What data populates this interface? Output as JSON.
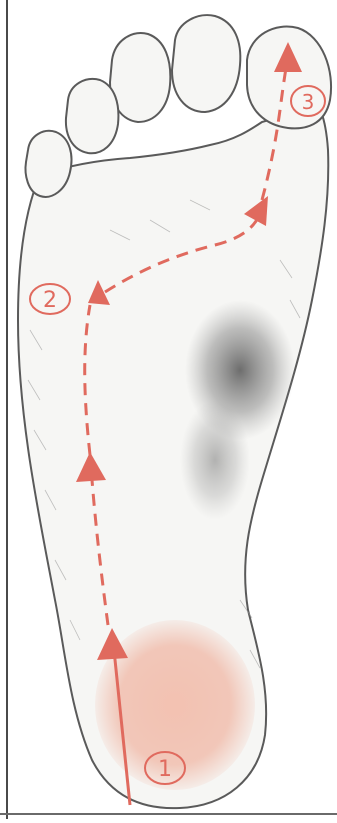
{
  "diagram": {
    "colors": {
      "path": "#e06a5e",
      "heel_fill": "#f0b7a5",
      "foot_outline": "#5a5a5a",
      "shading": "#8a8a8a"
    },
    "markers": [
      {
        "label": "1"
      },
      {
        "label": "2"
      },
      {
        "label": "3"
      }
    ]
  }
}
